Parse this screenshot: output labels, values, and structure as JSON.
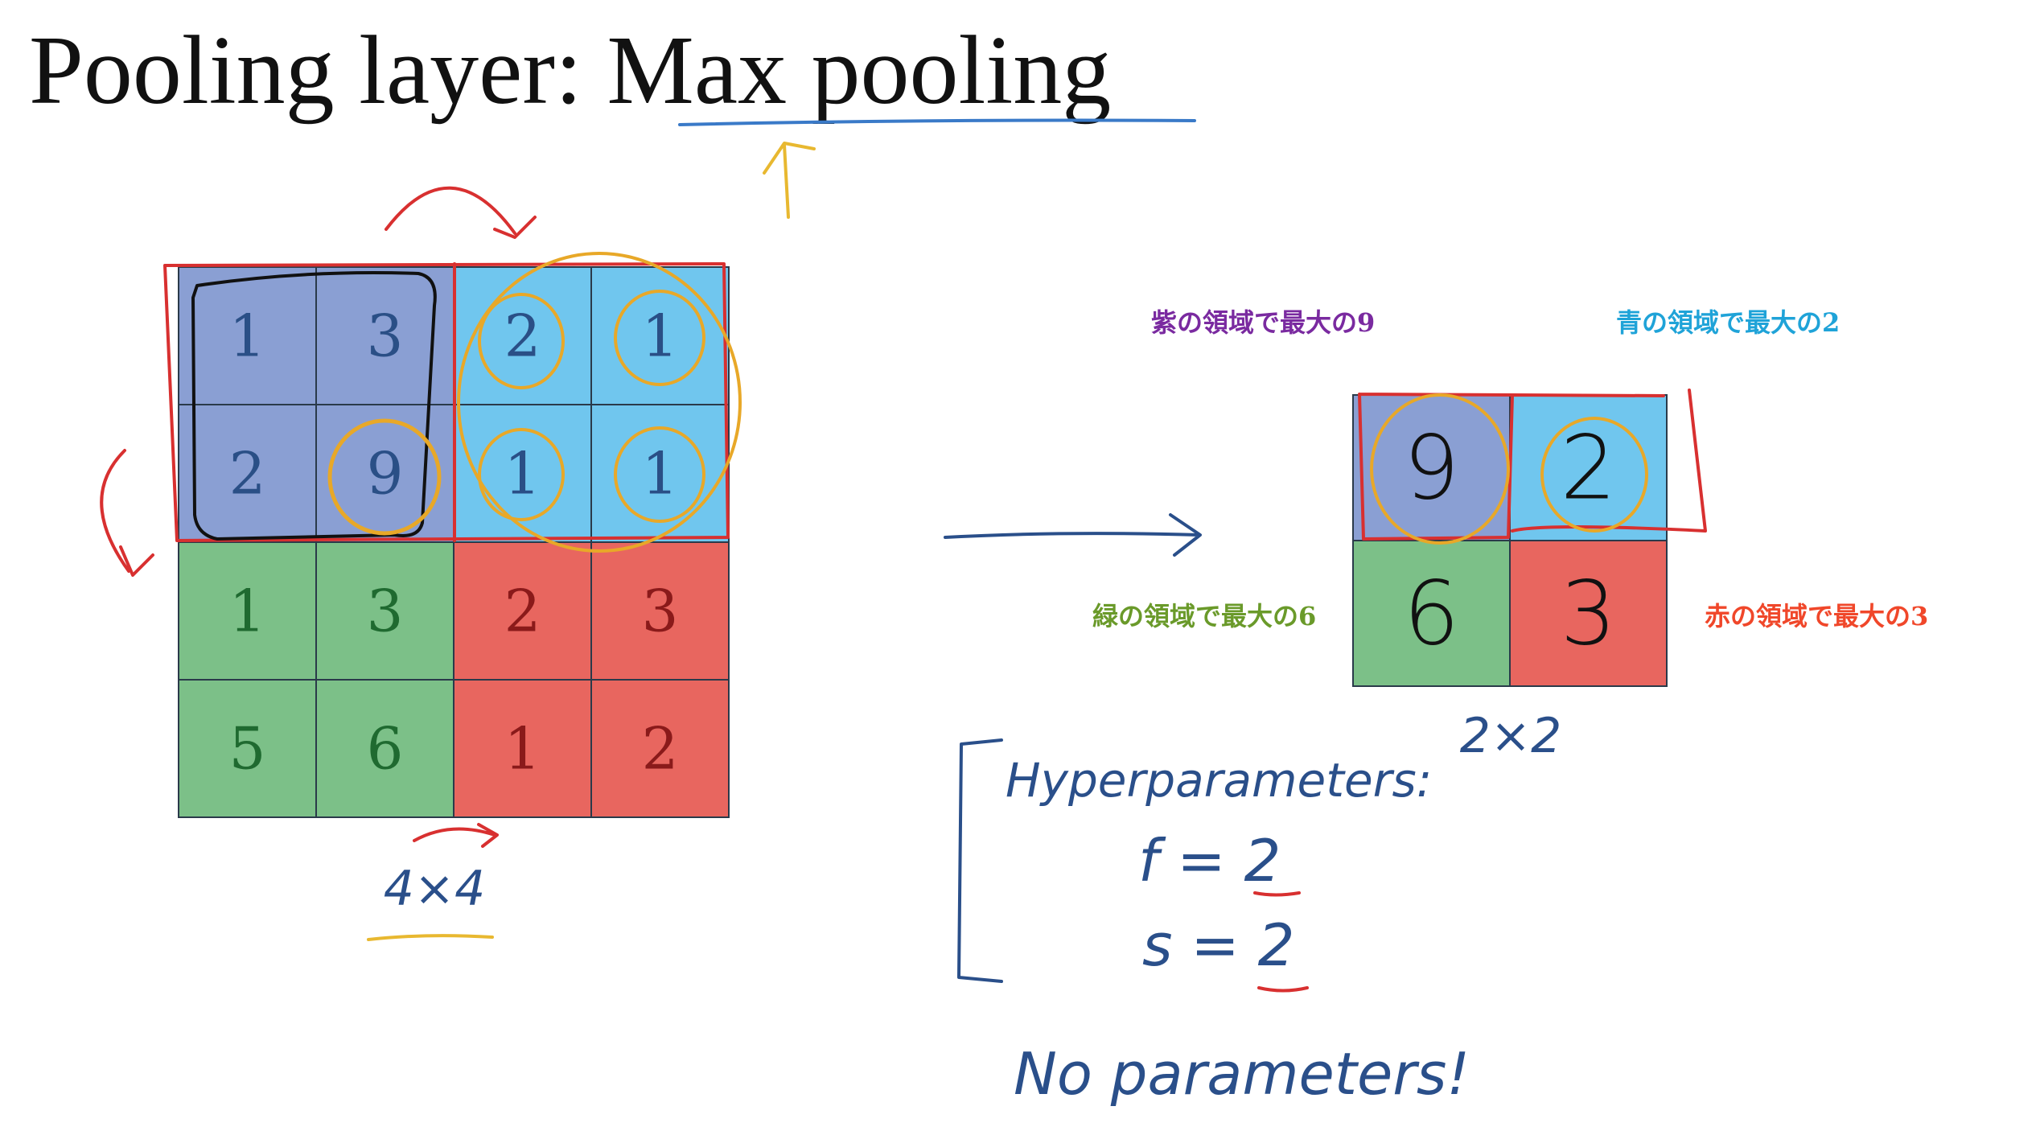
{
  "title": {
    "prefix": "Pooling layer: ",
    "emphasis": "Max pooling"
  },
  "input": {
    "size_label": "4×4",
    "rows": [
      [
        "1",
        "3",
        "2",
        "1"
      ],
      [
        "2",
        "9",
        "1",
        "1"
      ],
      [
        "1",
        "3",
        "2",
        "3"
      ],
      [
        "5",
        "6",
        "1",
        "2"
      ]
    ]
  },
  "output": {
    "size_label": "2×2",
    "rows": [
      [
        "9",
        "2"
      ],
      [
        "6",
        "3"
      ]
    ]
  },
  "annotations": {
    "purple": "紫の領域で最大の9",
    "blue": "青の領域で最大の2",
    "green": "緑の領域で最大の6",
    "red": "赤の領域で最大の3"
  },
  "notes": {
    "hyperparameters": "Hyperparameters:",
    "f": "f = 2",
    "s": "s = 2",
    "no_params": "No parameters!"
  },
  "colors": {
    "purple": "#8a9fd3",
    "blue": "#70c6ee",
    "green": "#7cc088",
    "red": "#e8665f",
    "label_purple": "#7a2aa0",
    "label_blue": "#1fa3d8",
    "label_green": "#6a9a2a",
    "label_red": "#f0472a"
  }
}
